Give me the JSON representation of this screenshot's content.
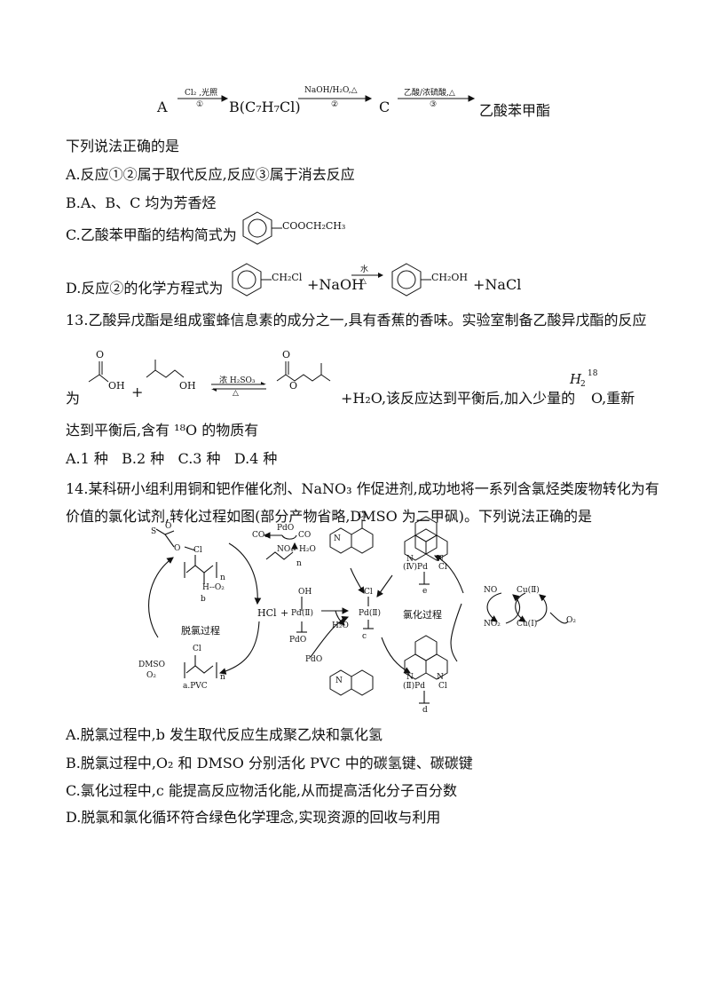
{
  "scheme": {
    "a": "A",
    "b": "B(C₇H₇Cl)",
    "c": "C",
    "product": "乙酸苯甲酯",
    "arrow1_top": "Cl₂ ,光照",
    "arrow1_bottom": "①",
    "arrow2_top": "NaOH/H₂O,△",
    "arrow2_bottom": "②",
    "arrow3_top": "乙酸/浓硫酸,△",
    "arrow3_bottom": "③"
  },
  "q12": {
    "stem": "下列说法正确的是",
    "option_a": "A.反应①②属于取代反应,反应③属于消去反应",
    "option_b": "B.A、B、C 均为芳香烃",
    "option_c_text": "C.乙酸苯甲酯的结构简式为",
    "option_c_formula": "COOCH₂CH₃",
    "option_d_text": "D.反应②的化学方程式为",
    "option_d_reactant": "CH₂Cl",
    "option_d_plus": "+NaOH",
    "option_d_arrow_top": "水",
    "option_d_arrow_bottom": "△",
    "option_d_product": "CH₂OH",
    "option_d_tail": "+NaCl"
  },
  "q13": {
    "stem_line1": "13.乙酸异戊酯是组成蜜蜂信息素的成分之一,具有香蕉的香味。实验室制备乙酸异戊酯的反应",
    "stem_prefix": "为",
    "oh1": "OH",
    "plus": "+",
    "oh2": "OH",
    "arrow_top": "浓 H₂SO₃",
    "arrow_bottom": "△",
    "o_label": "O",
    "o_label2": "O",
    "o_label3": "O",
    "suffix": "+H₂O,该反应达到平衡后,加入少量的",
    "h2_label": "H",
    "h2_sub": "2",
    "isotope": "18",
    "o_after": "O,重新",
    "stem_line3": "达到平衡后,含有 ¹⁸O 的物质有",
    "options": "A.1 种   B.2 种   C.3 种   D.4 种"
  },
  "q14": {
    "stem_line1": "14.某科研小组利用铜和钯作催化剂、NaNO₃ 作促进剂,成功地将一系列含氯烃类废物转化为有",
    "stem_line2": "价值的氯化试剂,转化过程如图(部分产物省略,DMSO 为二甲砜)。下列说法正确的是",
    "option_a": "A.脱氯过程中,b 发生取代反应生成聚乙炔和氯化氢",
    "option_b": "B.脱氯过程中,O₂ 和 DMSO 分别活化 PVC 中的碳氢键、碳碳键",
    "option_c": "C.氯化过程中,c 能提高反应物活化能,从而提高活化分子百分数",
    "option_d": "D.脱氯和氯化循环符合绿色化学理念,实现资源的回收与利用"
  },
  "diagram": {
    "dechlorination": "脱氯过程",
    "chlorination": "氯化过程",
    "hcl": "HCl",
    "plus": "+",
    "pd2": "Pd(Ⅱ)",
    "pd2b": "Pd(Ⅱ)",
    "pdo1": "PdO",
    "pdo2": "PdO",
    "pdo3": "PdO",
    "co2": "CO₂",
    "co": "CO",
    "nox": "NOₓ",
    "h2o1": "H₂O",
    "h2o2": "H₂O",
    "oh": "OH",
    "cl1": "Cl",
    "cl2": "Cl",
    "cl3": "Cl",
    "cl4": "Cl",
    "cl5": "Cl",
    "cl6": "Cl",
    "o1": "O",
    "o2": "O",
    "s": "S",
    "h_o2": "H--O₂",
    "n_sub1": "n",
    "n_sub2": "n",
    "n_sub3": "n",
    "label_a": "a.PVC",
    "label_b": "b",
    "label_c": "c",
    "label_d": "d",
    "label_e": "e",
    "dmso": "DMSO",
    "o2_label": "O₂",
    "pd4": "(Ⅳ)Pd",
    "pd2c": "(Ⅱ)Pd",
    "no": "NO",
    "no2": "NO₂",
    "cu2": "Cu(Ⅱ)",
    "cu1": "Cu(Ⅰ)",
    "o2_right": "O₂",
    "n1": "N",
    "n2": "N",
    "n3": "N",
    "n4": "N",
    "n5": "N",
    "n6": "N",
    "n7": "N"
  }
}
